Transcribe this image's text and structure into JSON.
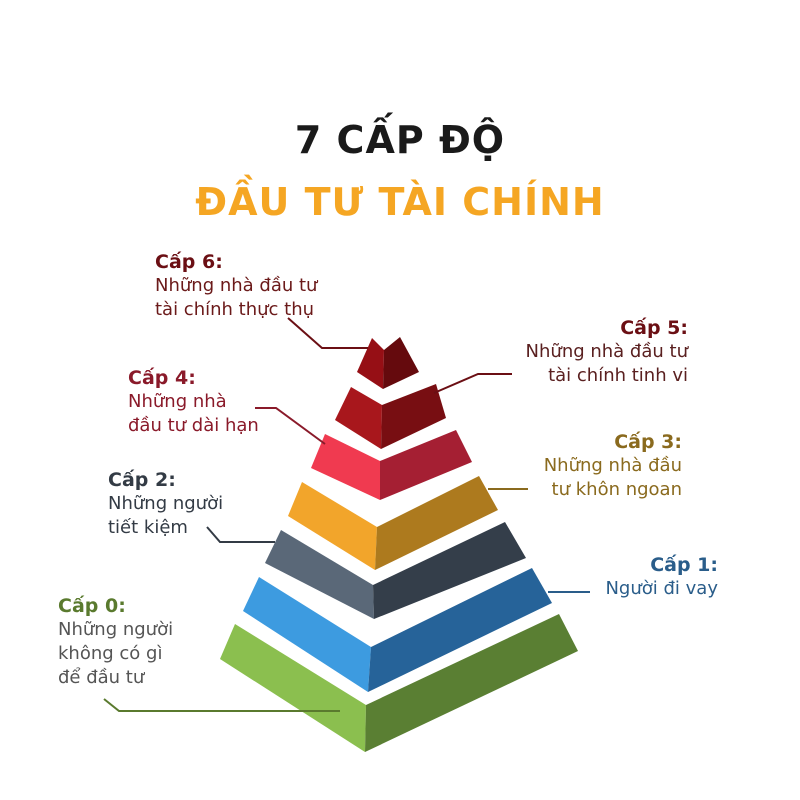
{
  "title": {
    "line1": "7 CẤP ĐỘ",
    "line2": "ĐẦU TƯ TÀI CHÍNH",
    "line1_color": "#1a1a1a",
    "line2_color": "#f5a623"
  },
  "levels": [
    {
      "level": "Cấp 0:",
      "description": "Những người\nkhông có gì\nđể đầu tư",
      "text_color": "#5a7a2e",
      "desc_color": "#555555",
      "left_color": "#8bbf4f",
      "right_color": "#5a7f33"
    },
    {
      "level": "Cấp 1:",
      "description": "Người đi vay",
      "text_color": "#2a5d8a",
      "desc_color": "#2a5d8a",
      "left_color": "#3d9be0",
      "right_color": "#266399"
    },
    {
      "level": "Cấp 2:",
      "description": "Những người\ntiết kiệm",
      "text_color": "#333b45",
      "desc_color": "#333b45",
      "left_color": "#5a6878",
      "right_color": "#343e4a"
    },
    {
      "level": "Cấp 3:",
      "description": "Những nhà đầu\ntư khôn ngoan",
      "text_color": "#8a6a1e",
      "desc_color": "#8a6a1e",
      "left_color": "#f2a52b",
      "right_color": "#ad7a1e"
    },
    {
      "level": "Cấp 4:",
      "description": "Những nhà\nđầu tư dài hạn",
      "text_color": "#8a1a2a",
      "desc_color": "#8a1a2a",
      "left_color": "#f03a50",
      "right_color": "#a51f33"
    },
    {
      "level": "Cấp 5:",
      "description": "Những nhà đầu tư\ntài chính tinh vi",
      "text_color": "#6b0f14",
      "desc_color": "#5a2020",
      "left_color": "#a8171c",
      "right_color": "#780e12"
    },
    {
      "level": "Cấp 6:",
      "description": "Những nhà đầu tư\ntài chính thực thụ",
      "text_color": "#6b0f14",
      "desc_color": "#6b1a1a",
      "left_color": "#960f15",
      "right_color": "#650a0d"
    }
  ]
}
